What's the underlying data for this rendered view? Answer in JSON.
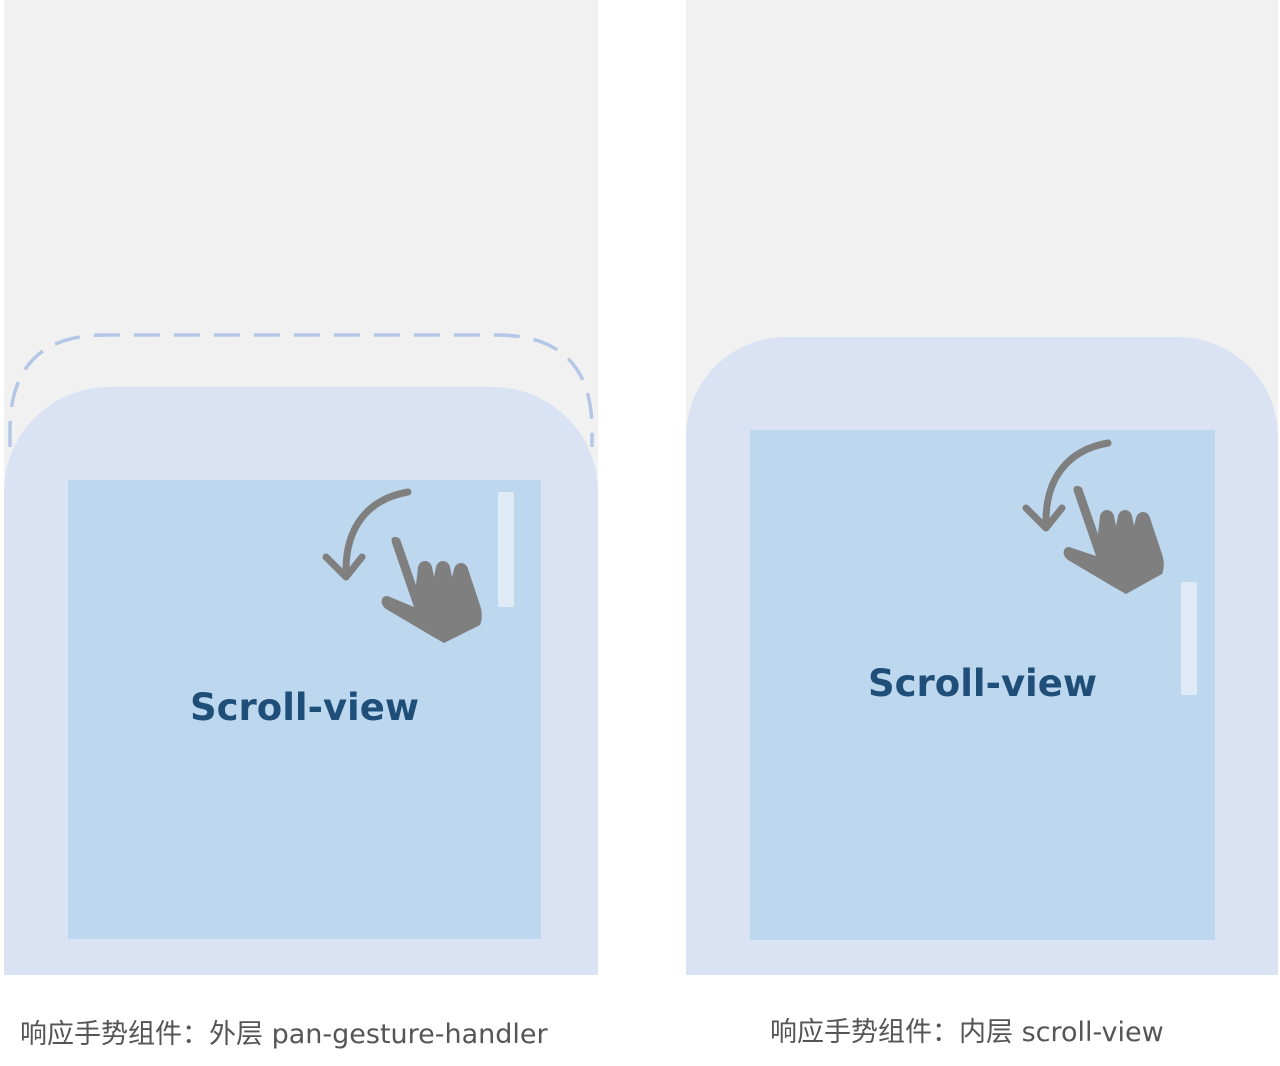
{
  "left_demo": {
    "content_label": "Scroll-view",
    "caption": "响应手势组件：外层 pan-gesture-handler",
    "icons": [
      "curved-arrow-icon",
      "pointing-hand-icon"
    ]
  },
  "right_demo": {
    "content_label": "Scroll-view",
    "caption": "响应手势组件：内层 scroll-view",
    "icons": [
      "curved-arrow-icon",
      "pointing-hand-icon"
    ]
  },
  "colors": {
    "panel_background": "#f1f1f1",
    "sheet": "#dae3f3",
    "scroll_content": "#bdd7ee",
    "dashed_outline": "#b4c7e7",
    "label_text": "#1f4e79",
    "icon": "#7f7f7f",
    "caption_text": "#555555"
  }
}
